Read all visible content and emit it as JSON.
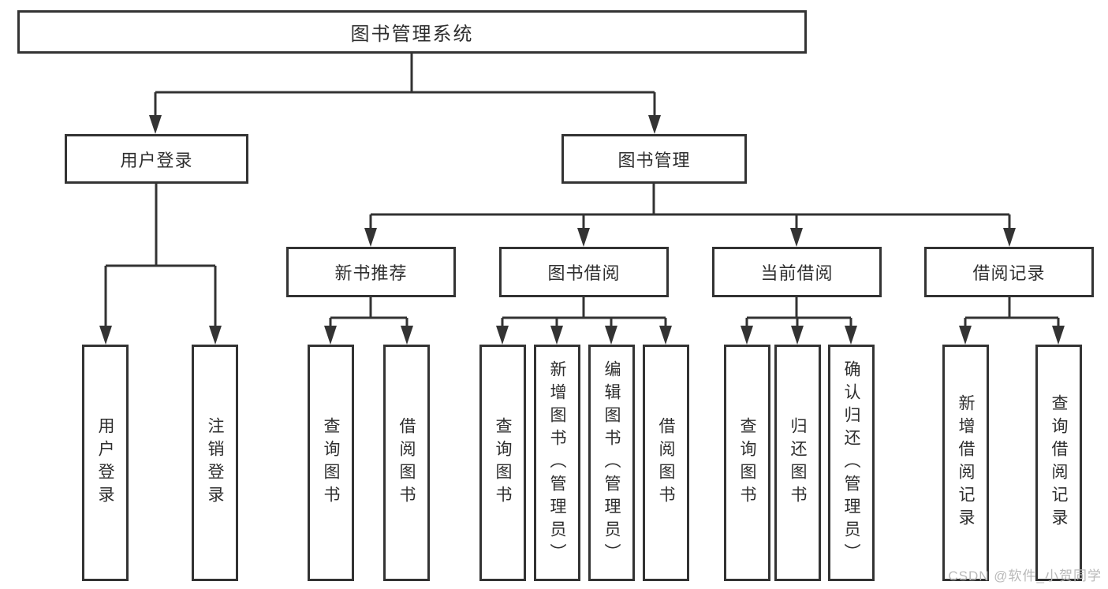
{
  "diagram": {
    "type": "hierarchy-flowchart",
    "colors": {
      "line": "#333333",
      "box_border": "#333333",
      "background": "#ffffff",
      "text": "#2e2e2e",
      "watermark": "#b9b9b9"
    },
    "nodes": {
      "root": "图书管理系统",
      "userLogin": "用户登录",
      "bookMgmt": "图书管理",
      "newBookRec": "新书推荐",
      "bookBorrow": "图书借阅",
      "currentBorrow": "当前借阅",
      "borrowRecords": "借阅记录",
      "ul_login": "用户登录",
      "ul_logout": "注销登录",
      "nbr_query": "查询图书",
      "nbr_borrow": "借阅图书",
      "bb_query": "查询图书",
      "bb_add": "新增图书（管理员）",
      "bb_edit": "编辑图书（管理员）",
      "bb_borrow": "借阅图书",
      "cb_query": "查询图书",
      "cb_return": "归还图书",
      "cb_confirm": "确认归还（管理员）",
      "br_add": "新增借阅记录",
      "br_query": "查询借阅记录"
    },
    "hierarchy": {
      "图书管理系统": {
        "用户登录": [
          "用户登录",
          "注销登录"
        ],
        "图书管理": {
          "新书推荐": [
            "查询图书",
            "借阅图书"
          ],
          "图书借阅": [
            "查询图书",
            "新增图书（管理员）",
            "编辑图书（管理员）",
            "借阅图书"
          ],
          "当前借阅": [
            "查询图书",
            "归还图书",
            "确认归还（管理员）"
          ],
          "借阅记录": [
            "新增借阅记录",
            "查询借阅记录"
          ]
        }
      }
    },
    "watermark": "CSDN @软件_小贺同学"
  }
}
